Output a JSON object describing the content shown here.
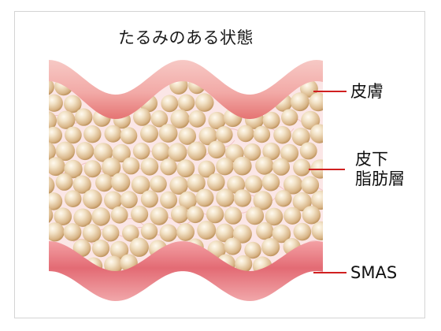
{
  "diagram": {
    "title": "たるみのある状態",
    "labels": {
      "skin": "皮膚",
      "fat_line1": "皮下",
      "fat_line2": "脂肪層",
      "smas": "SMAS"
    },
    "colors": {
      "background": "#ffffff",
      "frame_border": "#d4d4d4",
      "skin_layer": "#f3b2b0",
      "skin_layer_edge": "#e3706f",
      "fat_layer": "#fbe6e6",
      "fat_cell": "#ead2ae",
      "fat_cell_highlight": "#fffaf0",
      "fat_cell_shadow": "#b88d55",
      "smas_layer": "#e97f86",
      "smas_layer_dark": "#d9545e",
      "leader_line": "#d02020",
      "text": "#111111"
    }
  }
}
